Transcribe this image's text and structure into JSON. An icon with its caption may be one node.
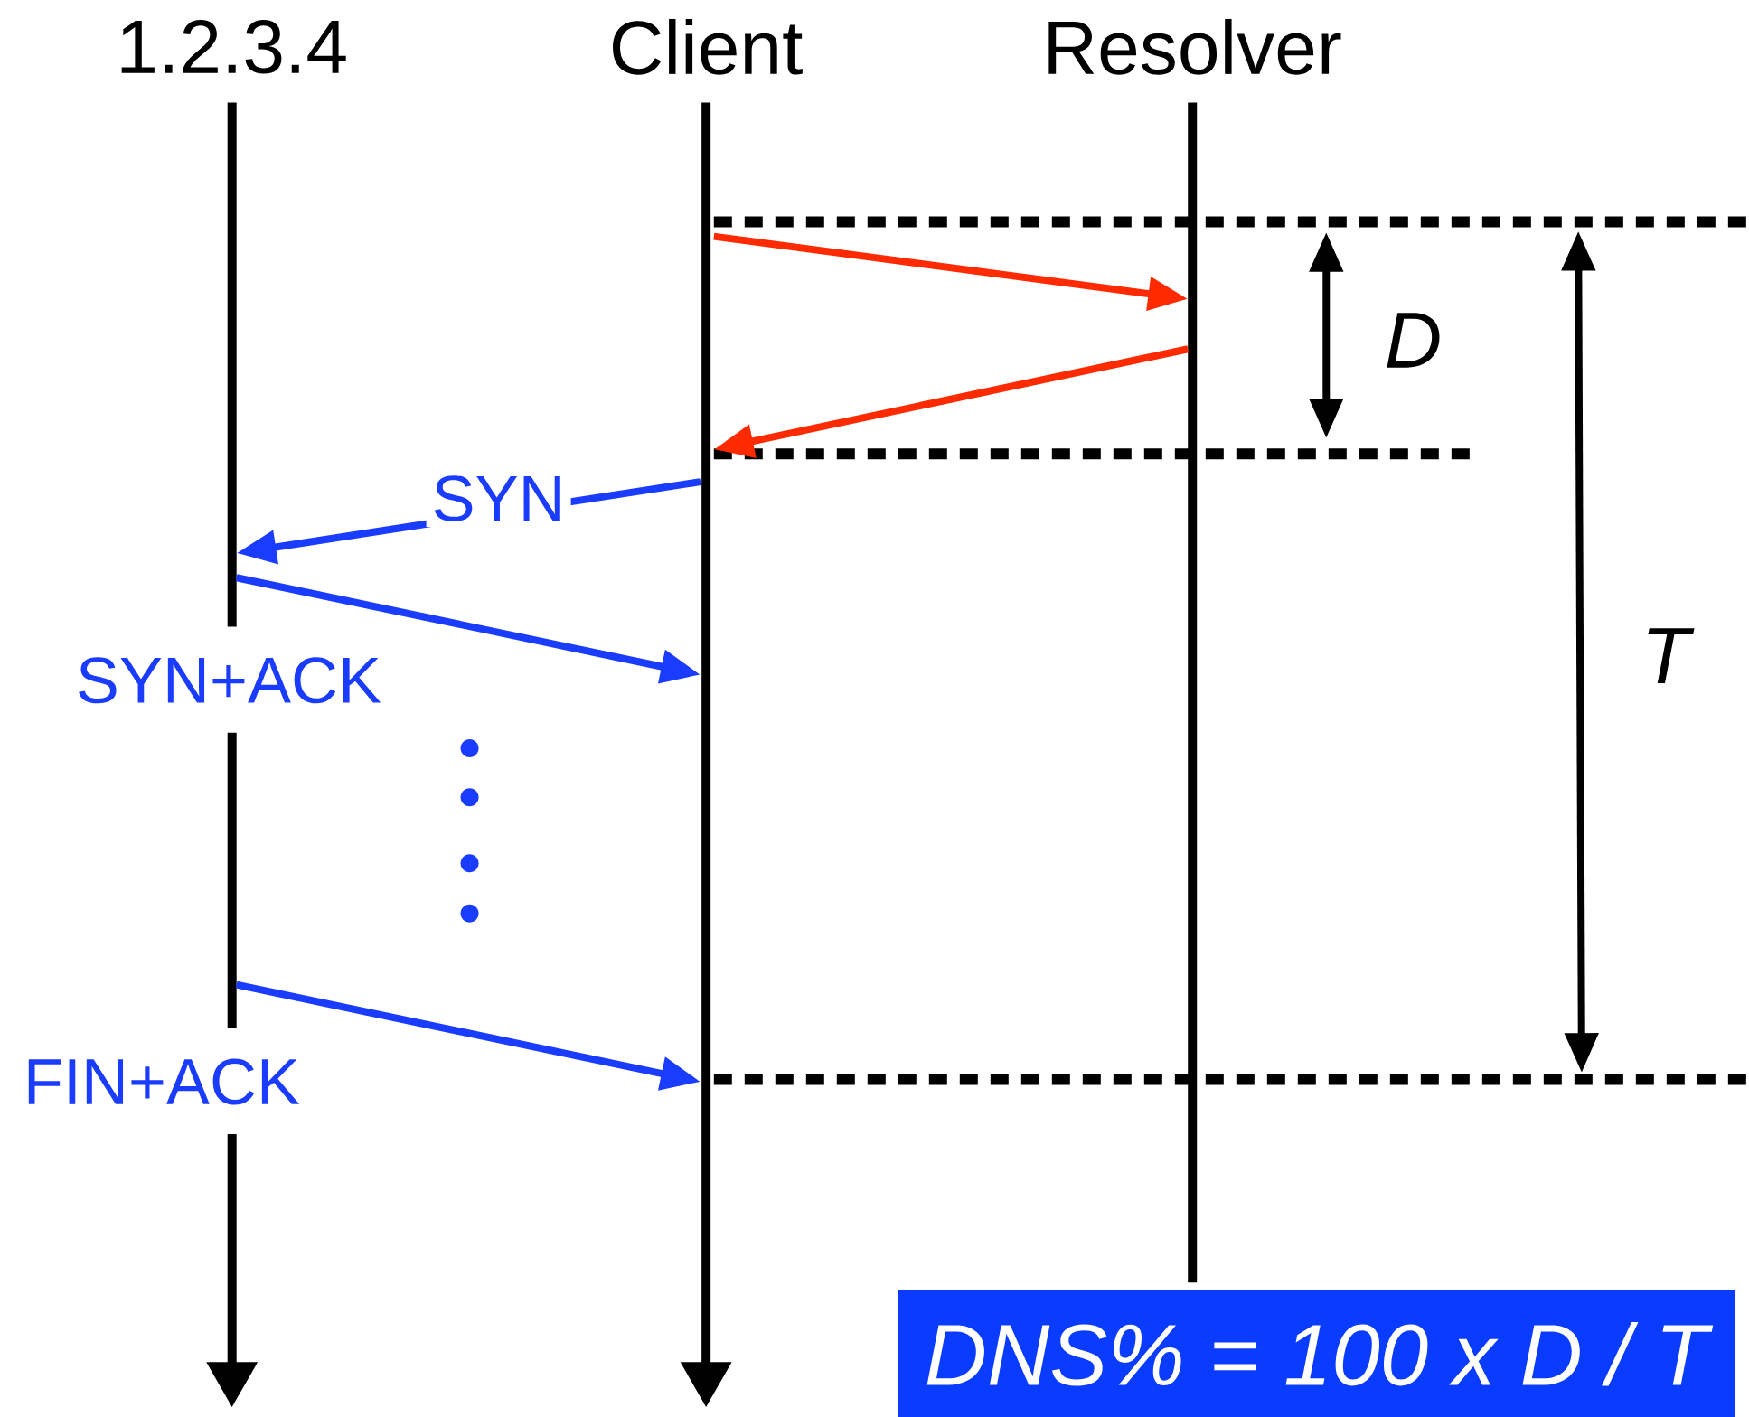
{
  "diagram": {
    "nodes": [
      {
        "text": [
          "1.2.3.4"
        ]
      },
      {
        "text": [
          "Client"
        ]
      },
      {
        "text": [
          "Resolver"
        ]
      },
      {
        "text": [
          "DNS% = 100 x D / T"
        ]
      }
    ],
    "edges": [
      {
        "from": 1,
        "to": 2,
        "arrow": "to",
        "color": "#ff2a00"
      },
      {
        "from": 2,
        "to": 1,
        "arrow": "to",
        "color": "#ff2a00"
      },
      {
        "from": 1,
        "to": 0,
        "arrow": "to",
        "label": "SYN",
        "color": "#1a3cff"
      },
      {
        "from": 0,
        "to": 1,
        "arrow": "to",
        "label": "SYN+ACK",
        "color": "#1a3cff"
      },
      {
        "from": 0,
        "to": 1,
        "arrow": "to",
        "label": "FIN+ACK",
        "color": "#1a3cff"
      }
    ],
    "labels": [
      "D",
      "T"
    ]
  }
}
